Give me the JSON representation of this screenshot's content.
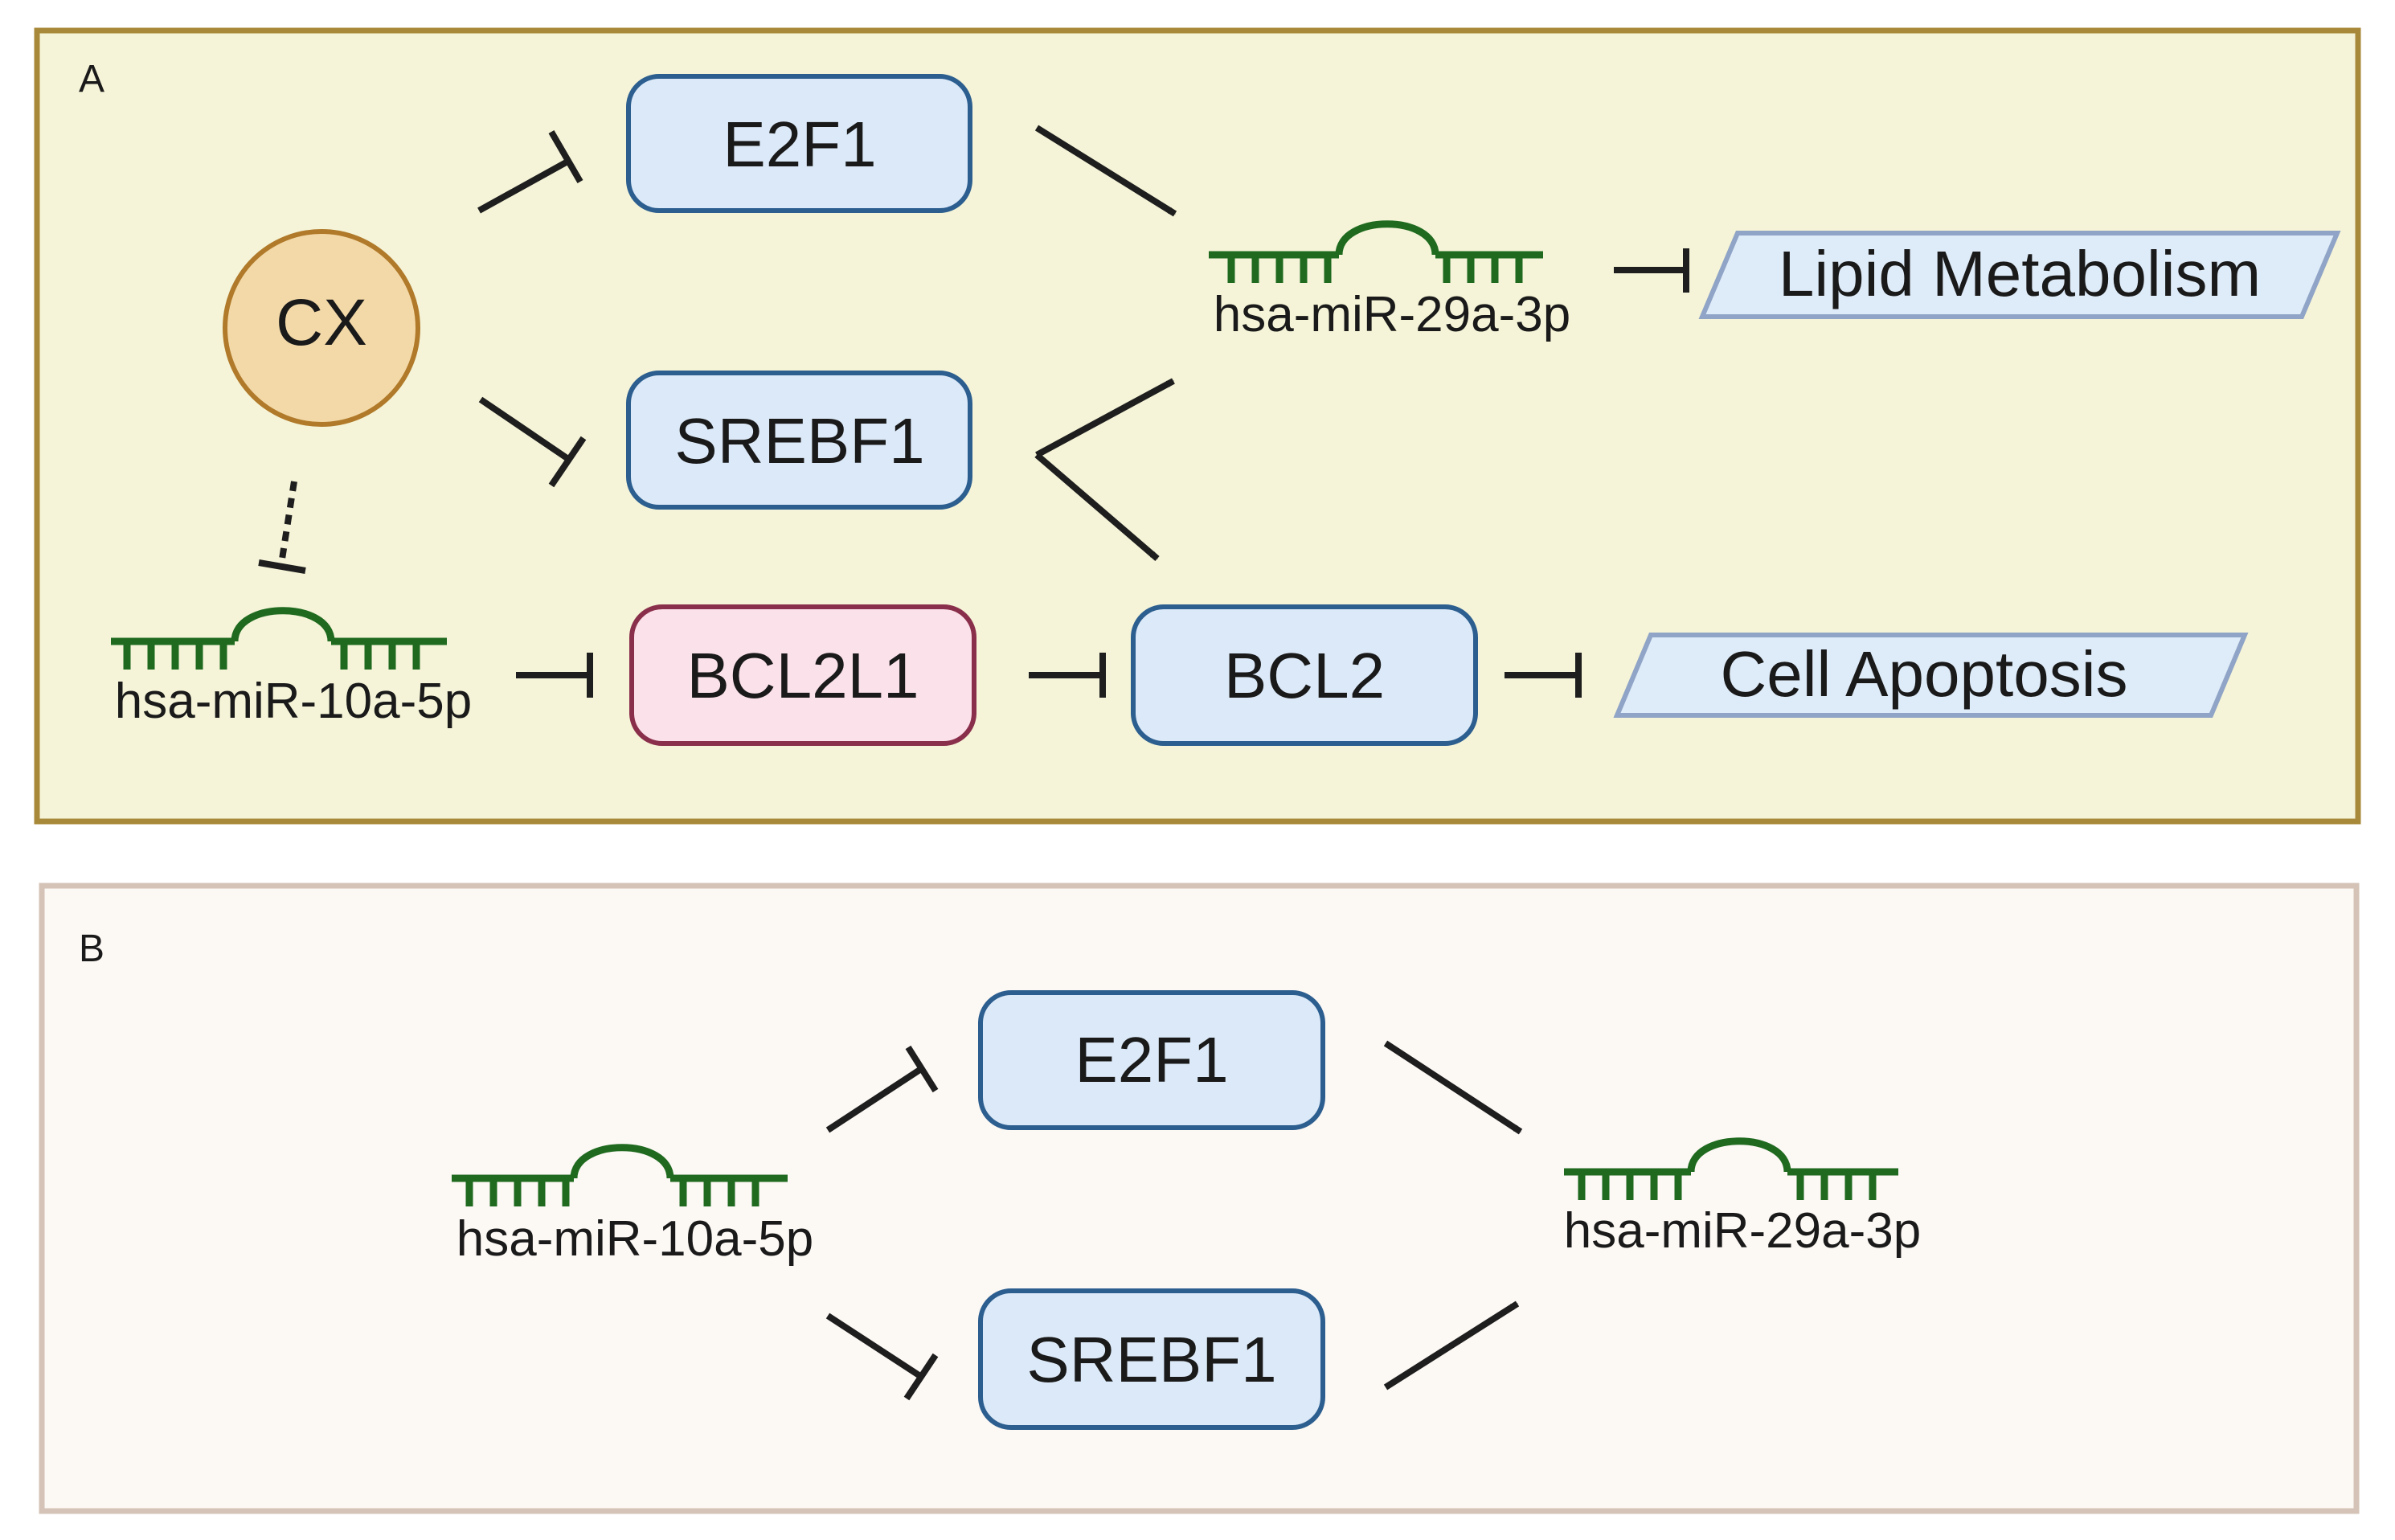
{
  "panel_a": {
    "label": "A",
    "nodes": {
      "cx": "CX",
      "e2f1": "E2F1",
      "srebf1": "SREBF1",
      "bcl2l1": "BCL2L1",
      "bcl2": "BCL2",
      "mir29a": "hsa-miR-29a-3p",
      "mir10a": "hsa-miR-10a-5p",
      "lipid_metabolism": "Lipid Metabolism",
      "cell_apoptosis": "Cell Apoptosis"
    }
  },
  "panel_b": {
    "label": "B",
    "nodes": {
      "mir10a": "hsa-miR-10a-5p",
      "e2f1": "E2F1",
      "srebf1": "SREBF1",
      "mir29a": "hsa-miR-29a-3p"
    }
  },
  "colors": {
    "panel_a_fill": "#f5f4d8",
    "panel_a_border": "#a8893a",
    "panel_b_fill": "#fcf8f4",
    "panel_b_border": "#d4c3b6",
    "gene_box_fill": "#dce9f8",
    "gene_box_border": "#2c5e8f",
    "bcl2l1_fill": "#fbe1ea",
    "bcl2l1_border": "#8a2f4b",
    "cx_fill": "#f3d9a8",
    "cx_border": "#b07a2a",
    "mirna_green": "#1f6a1f",
    "parallelogram_fill": "#deebf8",
    "parallelogram_border": "#8fa4c6",
    "edge": "#1e1e1e"
  },
  "edges": [
    {
      "from": "CX",
      "to": "E2F1",
      "type": "inhibit"
    },
    {
      "from": "CX",
      "to": "SREBF1",
      "type": "inhibit"
    },
    {
      "from": "CX",
      "to": "hsa-miR-10a-5p",
      "type": "inhibit-dashed"
    },
    {
      "from": "E2F1",
      "to": "hsa-miR-29a-3p",
      "type": "activate"
    },
    {
      "from": "SREBF1",
      "to": "hsa-miR-29a-3p",
      "type": "activate"
    },
    {
      "from": "SREBF1",
      "to": "BCL2",
      "type": "activate"
    },
    {
      "from": "hsa-miR-29a-3p",
      "to": "Lipid Metabolism",
      "type": "inhibit"
    },
    {
      "from": "hsa-miR-10a-5p",
      "to": "BCL2L1",
      "type": "inhibit"
    },
    {
      "from": "BCL2L1",
      "to": "BCL2",
      "type": "inhibit"
    },
    {
      "from": "BCL2",
      "to": "Cell Apoptosis",
      "type": "inhibit"
    }
  ]
}
